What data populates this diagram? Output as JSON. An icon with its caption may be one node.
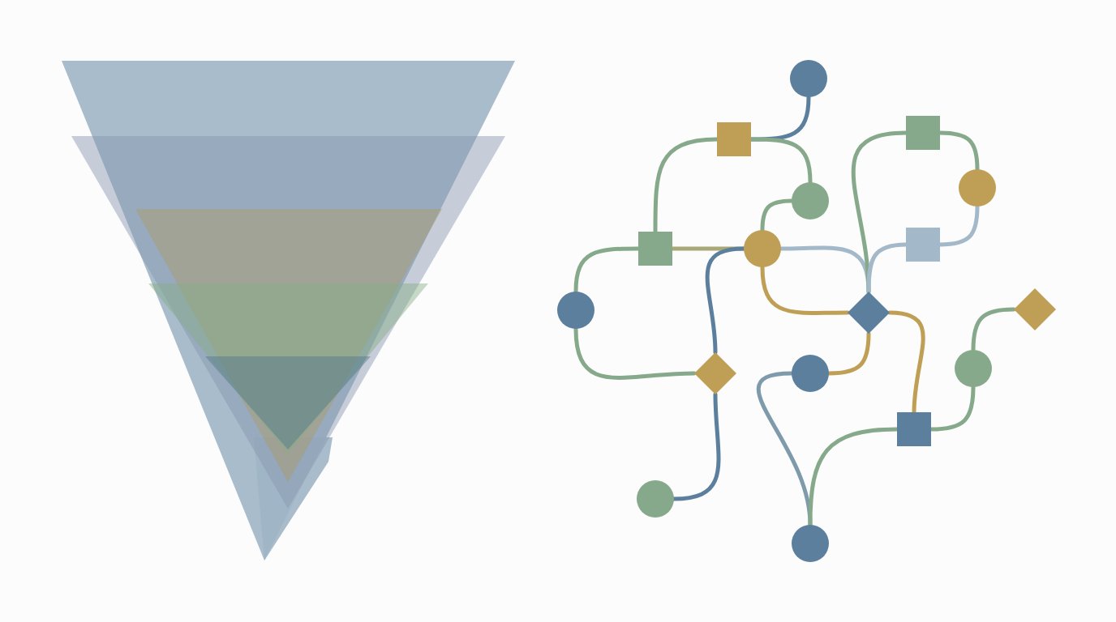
{
  "diagram": {
    "nodes": [
      {
        "text": [],
        "shape": "circle"
      },
      {
        "text": [],
        "shape": "box"
      },
      {
        "text": [],
        "shape": "box"
      },
      {
        "text": [],
        "shape": "circle"
      },
      {
        "text": [],
        "shape": "circle"
      },
      {
        "text": [],
        "shape": "box"
      },
      {
        "text": [],
        "shape": "circle"
      },
      {
        "text": [],
        "shape": "box"
      },
      {
        "text": [],
        "shape": "circle"
      },
      {
        "text": [],
        "shape": "diamond"
      },
      {
        "text": [],
        "shape": "diamond"
      },
      {
        "text": [],
        "shape": "diamond"
      },
      {
        "text": [],
        "shape": "circle"
      },
      {
        "text": [],
        "shape": "circle"
      },
      {
        "text": [],
        "shape": "box"
      },
      {
        "text": [],
        "shape": "circle"
      },
      {
        "text": [],
        "shape": "circle"
      }
    ],
    "edges": [
      {
        "from": 0,
        "to": 1,
        "arrow": "none",
        "color": "#5b7f9c"
      },
      {
        "from": 1,
        "to": 5,
        "arrow": "none"
      },
      {
        "from": 1,
        "to": 3,
        "arrow": "none"
      },
      {
        "from": 3,
        "to": 6,
        "arrow": "none"
      },
      {
        "from": 5,
        "to": 6,
        "arrow": "none",
        "color": "#a8a878"
      },
      {
        "from": 5,
        "to": 8,
        "arrow": "none"
      },
      {
        "from": 8,
        "to": 11,
        "arrow": "none"
      },
      {
        "from": 6,
        "to": 11,
        "arrow": "none",
        "color": "#5b7f9c"
      },
      {
        "from": 11,
        "to": 15,
        "arrow": "none",
        "color": "#5b7f9c"
      },
      {
        "from": 6,
        "to": 9,
        "arrow": "none",
        "color": "#bf9f55"
      },
      {
        "from": 6,
        "to": 9,
        "arrow": "none",
        "color": "#a3b8c8"
      },
      {
        "from": 2,
        "to": 9,
        "arrow": "none"
      },
      {
        "from": 2,
        "to": 4,
        "arrow": "none"
      },
      {
        "from": 4,
        "to": 7,
        "arrow": "none",
        "color": "#a3b8c8"
      },
      {
        "from": 7,
        "to": 9,
        "arrow": "none",
        "color": "#a3b8c8"
      },
      {
        "from": 9,
        "to": 12,
        "arrow": "none",
        "color": "#bf9f55"
      },
      {
        "from": 9,
        "to": 14,
        "arrow": "none",
        "color": "#bf9f55"
      },
      {
        "from": 12,
        "to": 16,
        "arrow": "none",
        "color": "#7f9aaa"
      },
      {
        "from": 14,
        "to": 16,
        "arrow": "none"
      },
      {
        "from": 14,
        "to": 13,
        "arrow": "none"
      },
      {
        "from": 13,
        "to": 10,
        "arrow": "none"
      }
    ]
  }
}
